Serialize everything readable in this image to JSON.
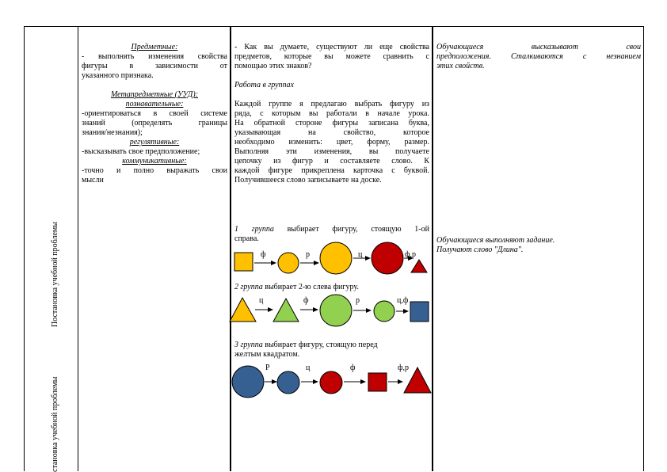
{
  "col1": {
    "vertical_upper": "Постановка  учебной проблемы",
    "vertical_lower": "становка учебной проблемы"
  },
  "col2": {
    "subject_head": "Предметные:",
    "subject_l1": "- выполнять изменения свойства",
    "subject_l2": "фигуры в зависимости от",
    "subject_l3": "указанного признака.",
    "meta_head": "Метапредметные (УУД):",
    "cog_head": "познавательные:",
    "cog_l1": "-ориентироваться в своей системе",
    "cog_l2": "знаний (определять границы",
    "cog_l3": "знания/незнания);",
    "reg_head": "регулятивные:",
    "reg_l1": "-высказывать свое предположение;",
    "com_head": "коммуникативные:",
    "com_l1": "-точно и полно выражать свои",
    "com_l2": "мысли"
  },
  "col3": {
    "q_l1": "- Как вы думаете, существуют ли еще свойства",
    "q_l2": "предметов, которые вы можете сравнить с",
    "q_l3": "помощью этих знаков?",
    "group_work": "Работа в группах",
    "p_l1": " Каждой группе я предлагаю выбрать фигуру из",
    "p_l2": "ряда, с которым вы работали в начале урока.",
    "p_l3": "На обратной стороне фигуры записана буква,",
    "p_l4": "указывающая на свойство, которое",
    "p_l5": "необходимо изменить: цвет, форму, размер.",
    "p_l6": " Выполняя эти изменения, вы получаете",
    "p_l7": "цепочку из фигур и составляете слово. К",
    "p_l8": "каждой фигуре прикреплена карточка с буквой.",
    "p_l9": " Получившееся слово записываете на доске.",
    "g1_label": "1 группа",
    "g1_text": " выбирает фигуру, стоящую 1-ой",
    "g1_text2": "справа.",
    "g2_label": "2 группа",
    "g2_text": " выбирает 2-ю слева фигуру.",
    "g3_label": "3 группа",
    "g3_text": " выбирает фигуру, стоящую перед",
    "g3_text2": "желтым квадратом.",
    "chain1": [
      "ф",
      "р",
      "ц",
      "ф,р"
    ],
    "chain2": [
      "ц",
      "ф",
      "р",
      "ц,ф"
    ],
    "chain3": [
      "Р",
      "ц",
      "ф",
      "ф,р"
    ]
  },
  "col4": {
    "l1_w1": "Обучающиеся",
    "l1_w2": "высказывают",
    "l1_w3": "свои",
    "l2": "предположения. Сталкиваются с незнанием",
    "l3": "этих свойств.",
    "r1": "Обучающиеся выполняют задание.",
    "r2": "Получают слово \"Длина\"."
  },
  "colors": {
    "yellow": "#FFC000",
    "green": "#92D050",
    "red": "#C00000",
    "blue": "#376092",
    "outline": "#000000"
  }
}
